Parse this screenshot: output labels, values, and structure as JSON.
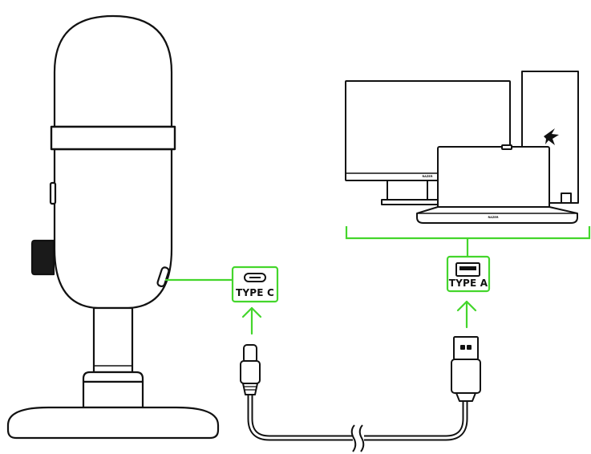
{
  "ports": {
    "type_c_label": "TYPE C",
    "type_a_label": "TYPE A"
  },
  "devices": {
    "monitor_logo": "RAZER",
    "laptop_logo": "RAZER"
  },
  "icons": {
    "type_c_port": "usb-c-port-icon",
    "type_a_port": "usb-a-port-icon",
    "arrow_up": "arrow-up-icon",
    "cable_break": "cable-break-icon",
    "brand_logo": "razer-snake-logo-icon"
  },
  "colors": {
    "accent": "#44d62c",
    "outline": "#111111",
    "background": "#ffffff"
  }
}
